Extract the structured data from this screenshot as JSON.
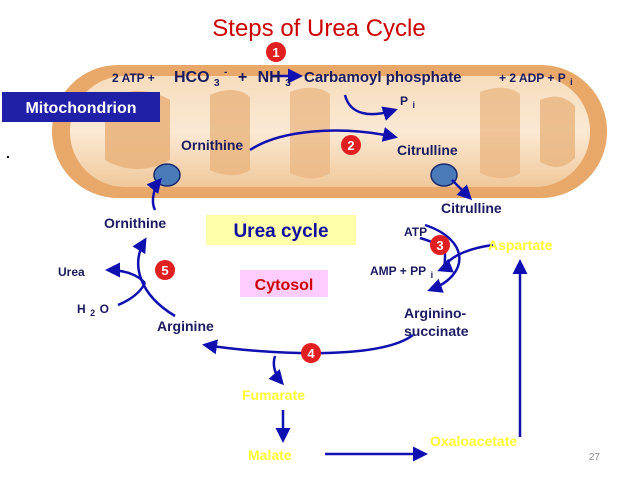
{
  "title": "Steps of Urea Cycle",
  "page_number": "27",
  "dot": ".",
  "colors": {
    "title": "#cc0000",
    "step_badge": "#e02020",
    "yellow_text": "#ffff33",
    "arrow": "#1010b0",
    "label_bg_urea": "#ffffaa",
    "label_bg_cytosol": "#ffccff",
    "mito_label_bg": "#1f1fa8"
  },
  "top_reaction": {
    "atp": "2 ATP +",
    "hco3": "HCO",
    "hco3_sub": "3",
    "hco3_sup": "-",
    "plus": "+",
    "nh3": "NH",
    "nh3_sub": "3",
    "carbamoyl": "Carbamoyl phosphate",
    "adp": "+ 2 ADP + P",
    "pi_sub": "i"
  },
  "pi_label": "P",
  "pi_label_sub": "i",
  "mitochondrion_label": "Mitochondrion",
  "mito_ornithine": "Ornithine",
  "mito_citrulline": "Citrulline",
  "cyto_citrulline": "Citrulline",
  "cyto_ornithine": "Ornithine",
  "urea_cycle_label": "Urea cycle",
  "cytosol_label": "Cytosol",
  "atp": "ATP",
  "aspartate": "Aspartate",
  "amp_ppi": "AMP + PP",
  "amp_ppi_sub": "i",
  "urea": "Urea",
  "h2o": "H",
  "h2o_sub": "2",
  "h2o_end": "O",
  "arginine": "Arginine",
  "argininosuccinate_1": "Arginino-",
  "argininosuccinate_2": "succinate",
  "fumarate": "Fumarate",
  "malate": "Malate",
  "oxaloacetate": "Oxaloacetate",
  "steps": [
    "1",
    "2",
    "3",
    "4",
    "5"
  ]
}
